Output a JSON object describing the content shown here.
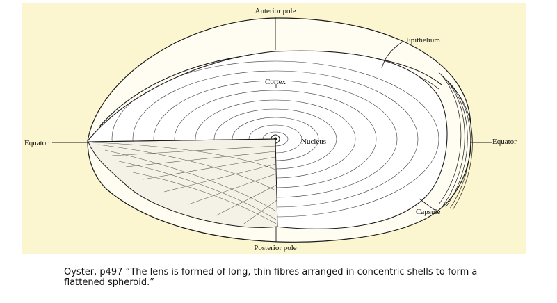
{
  "figure": {
    "background_color": "#fbf6cf",
    "line_color": "#1a1a1a",
    "labels": {
      "anterior_pole": "Anterior pole",
      "epithelium": "Epithelium",
      "cortex": "Cortex",
      "equator_left": "Equator",
      "nucleus": "Nucleus",
      "equator_right": "Equator",
      "capsule": "Capsule",
      "posterior_pole": "Posterior pole"
    }
  },
  "caption": {
    "text": "Oyster, p497  “The lens is formed of long, thin fibres arranged in concentric shells to form a flattened spheroid.”"
  }
}
